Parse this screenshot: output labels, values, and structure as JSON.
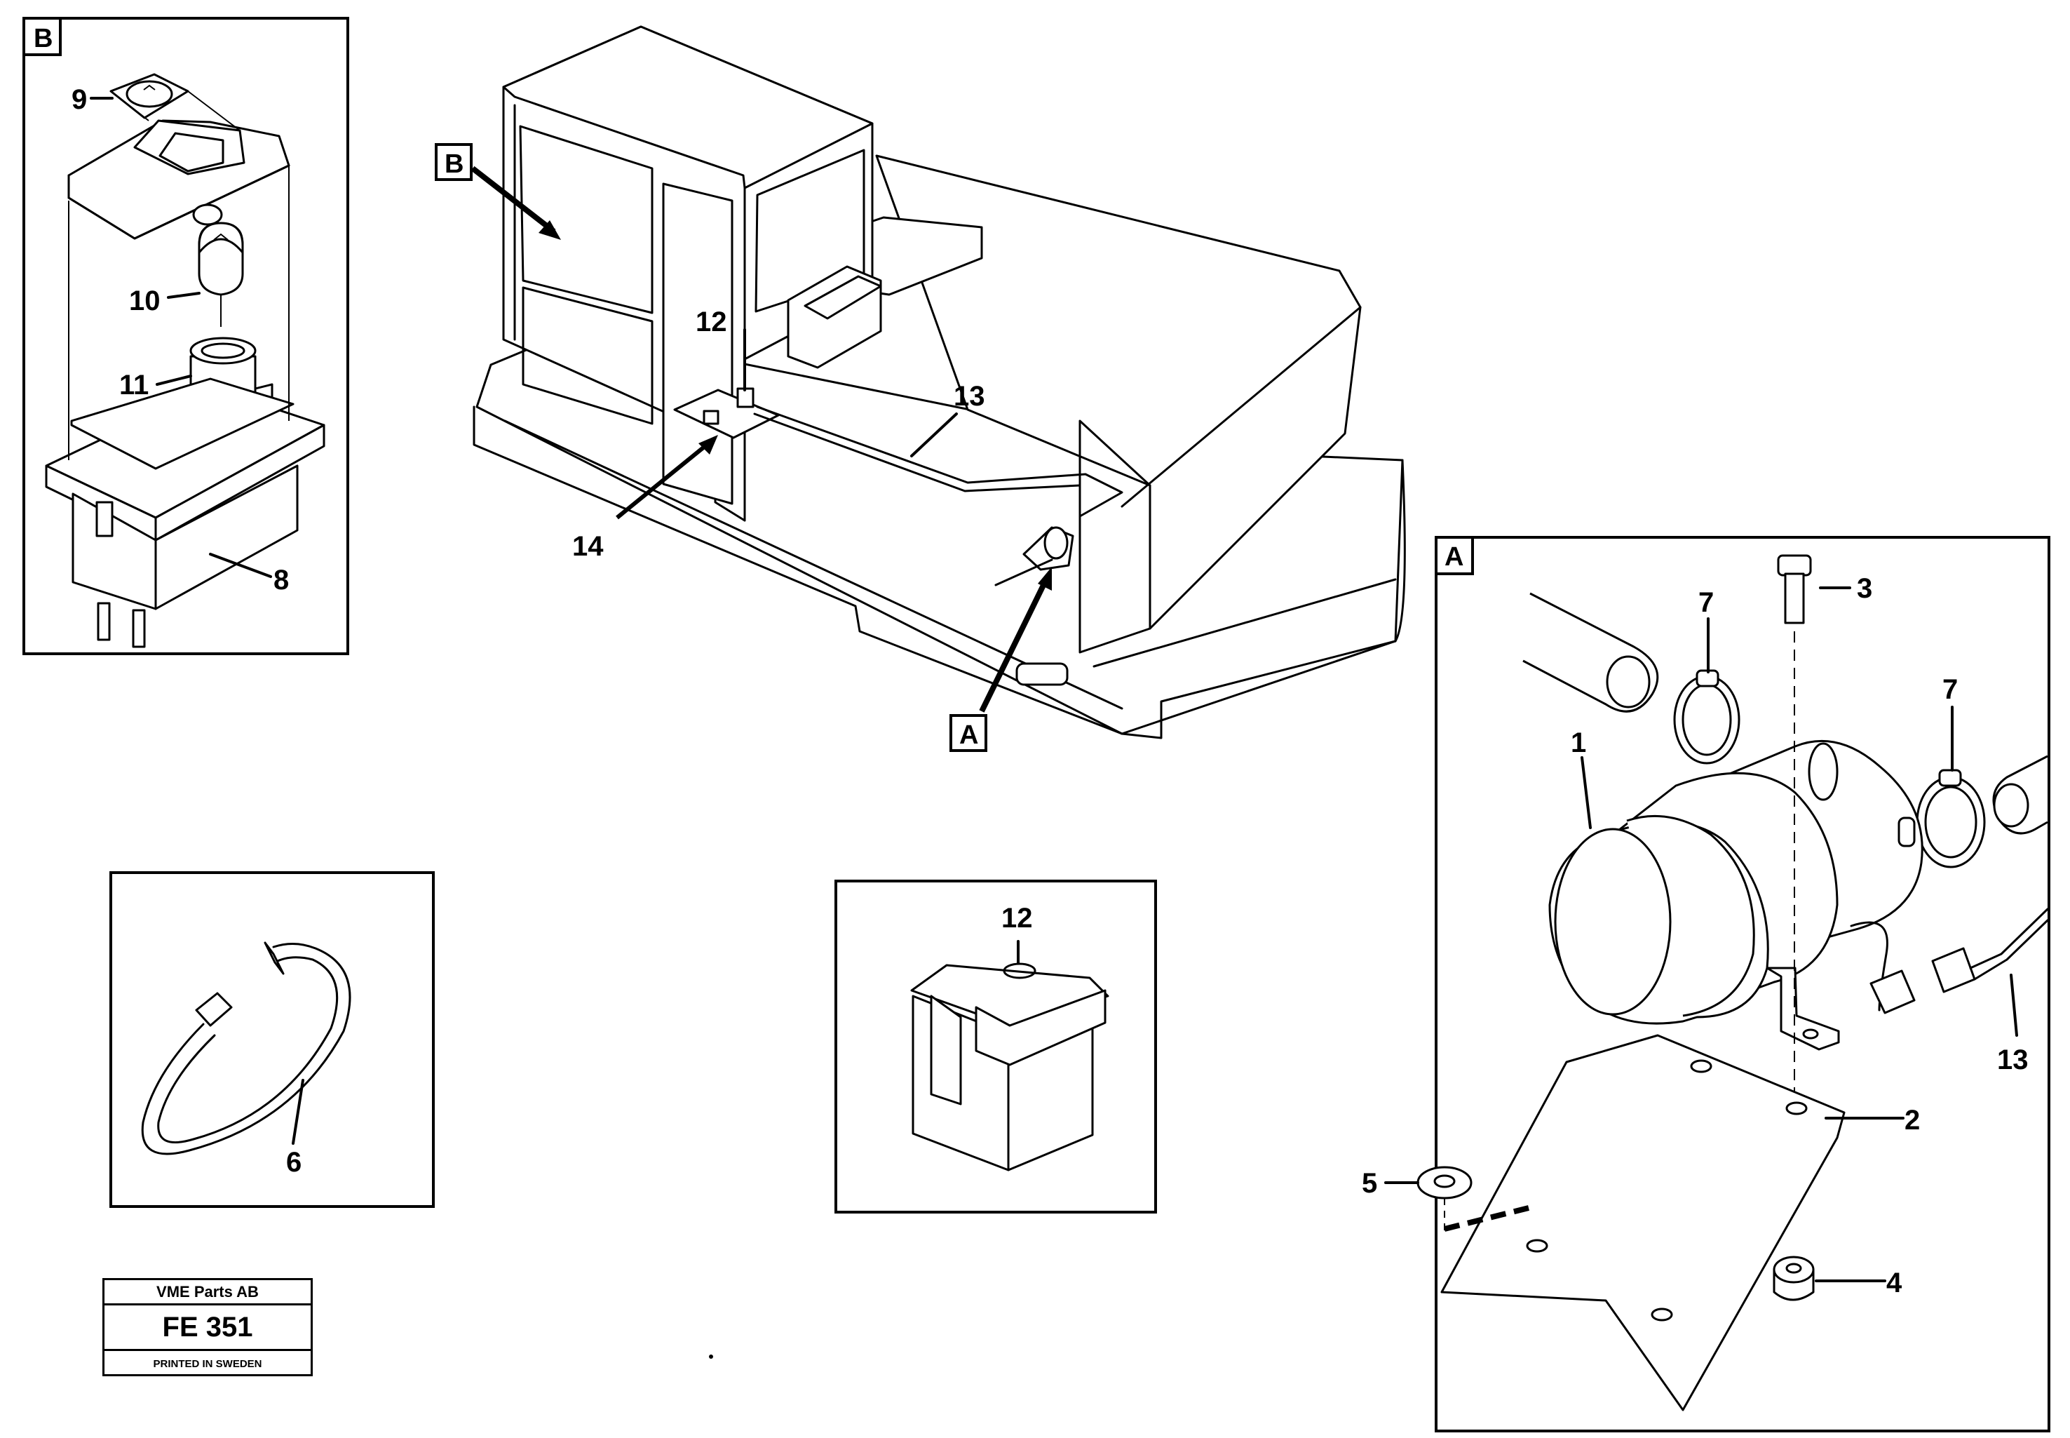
{
  "view_labels": {
    "b": "B",
    "a": "A"
  },
  "callouts": {
    "c1": "1",
    "c2": "2",
    "c3": "3",
    "c4": "4",
    "c5": "5",
    "c6": "6",
    "c7a": "7",
    "c7b": "7",
    "c8": "8",
    "c9": "9",
    "c10": "10",
    "c11": "11",
    "c12a": "12",
    "c12b": "12",
    "c13a": "13",
    "c13b": "13",
    "c14": "14"
  },
  "stamp": {
    "company": "VME Parts AB",
    "code": "FE 351",
    "printed": "PRINTED IN SWEDEN"
  }
}
